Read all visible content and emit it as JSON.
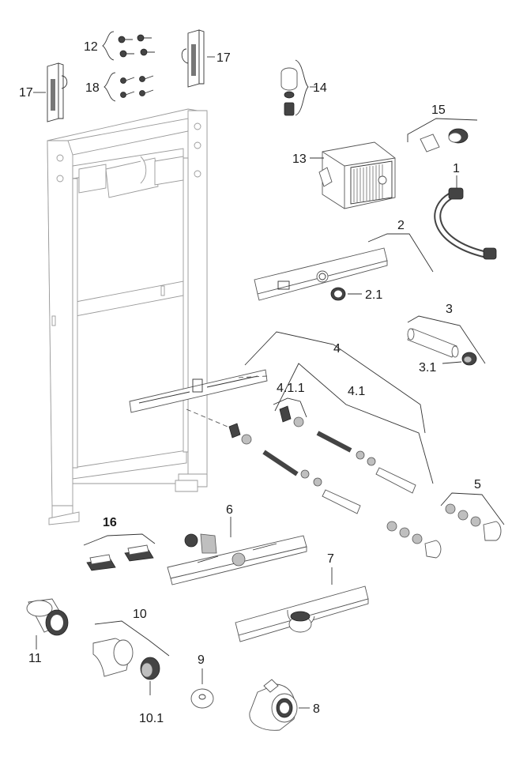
{
  "labels": {
    "l1": "1",
    "l2": "2",
    "l2_1": "2.1",
    "l3": "3",
    "l3_1": "3.1",
    "l4": "4",
    "l4_1": "4.1",
    "l4_1_1": "4.1.1",
    "l5": "5",
    "l6": "6",
    "l7": "7",
    "l8": "8",
    "l9": "9",
    "l10": "10",
    "l10_1": "10.1",
    "l11": "11",
    "l12": "12",
    "l13": "13",
    "l14": "14",
    "l15": "15",
    "l16": "16",
    "l17a": "17",
    "l17b": "17",
    "l18": "18"
  },
  "colors": {
    "line": "#333333",
    "ghost": "#9a9a9a",
    "dark_part": "#444444"
  }
}
